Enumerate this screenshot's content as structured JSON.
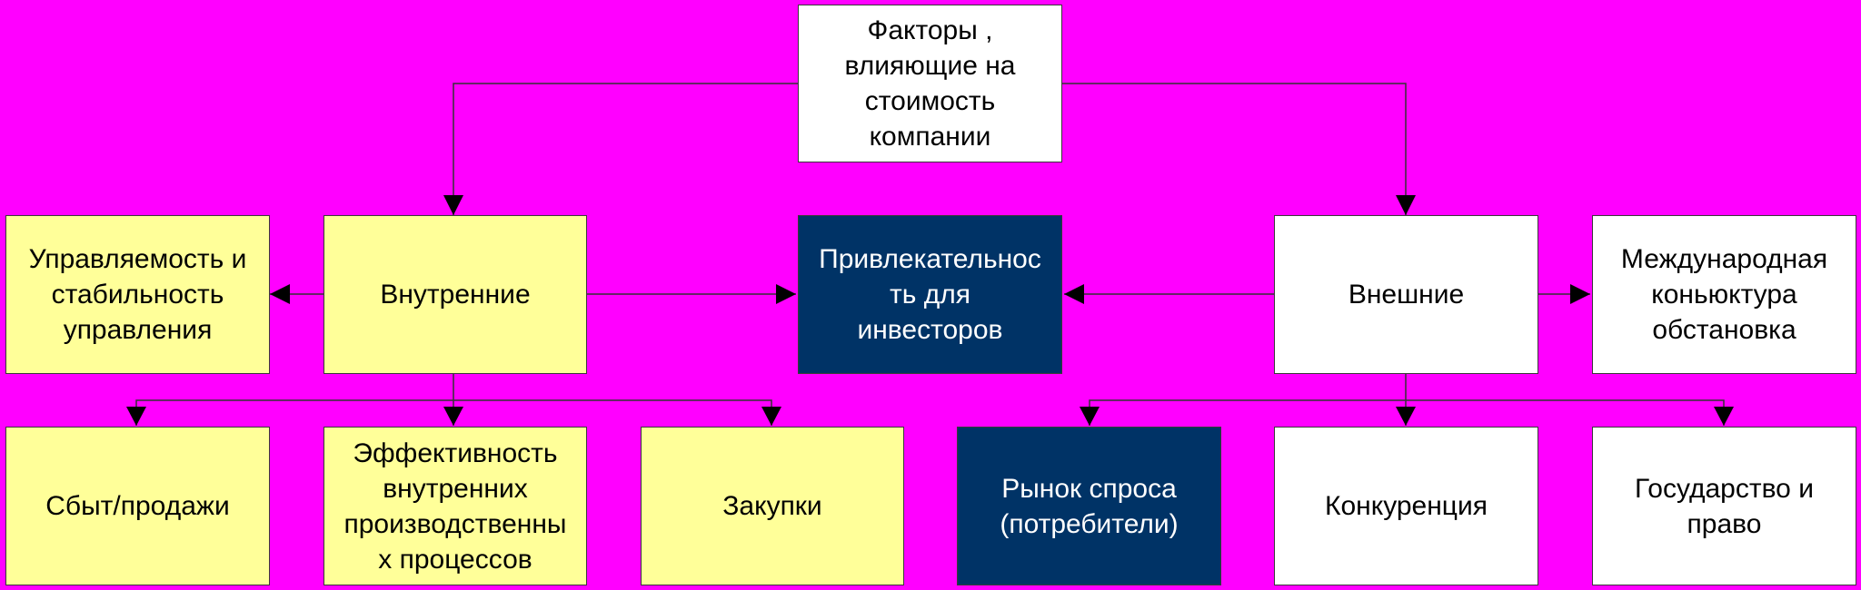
{
  "colors": {
    "background": "#FF00FF",
    "internal_fill": "#FFFF99",
    "external_fill": "#FFFFFF",
    "highlight_fill": "#003366",
    "highlight_text": "#FFFFFF",
    "connector": "#333333"
  },
  "nodes": {
    "root": "Факторы ,\nвлияющие на\nстоимость\nкомпании",
    "internal": "Внутренние",
    "manageability": "Управляемость и\nстабильность\nуправления",
    "investor_attractiveness": "Привлекательнос\nть для\nинвесторов",
    "external": "Внешние",
    "international_situation": "Международная\nконьюктура\nобстановка",
    "sales": "Сбыт/продажи",
    "production_efficiency": "Эффективность\nвнутренних\nпроизводственны\nх процессов",
    "purchasing": "Закупки",
    "demand_market": "Рынок спроса\n(потребители)",
    "competition": "Конкуренция",
    "state_and_law": "Государство и\nправо"
  }
}
